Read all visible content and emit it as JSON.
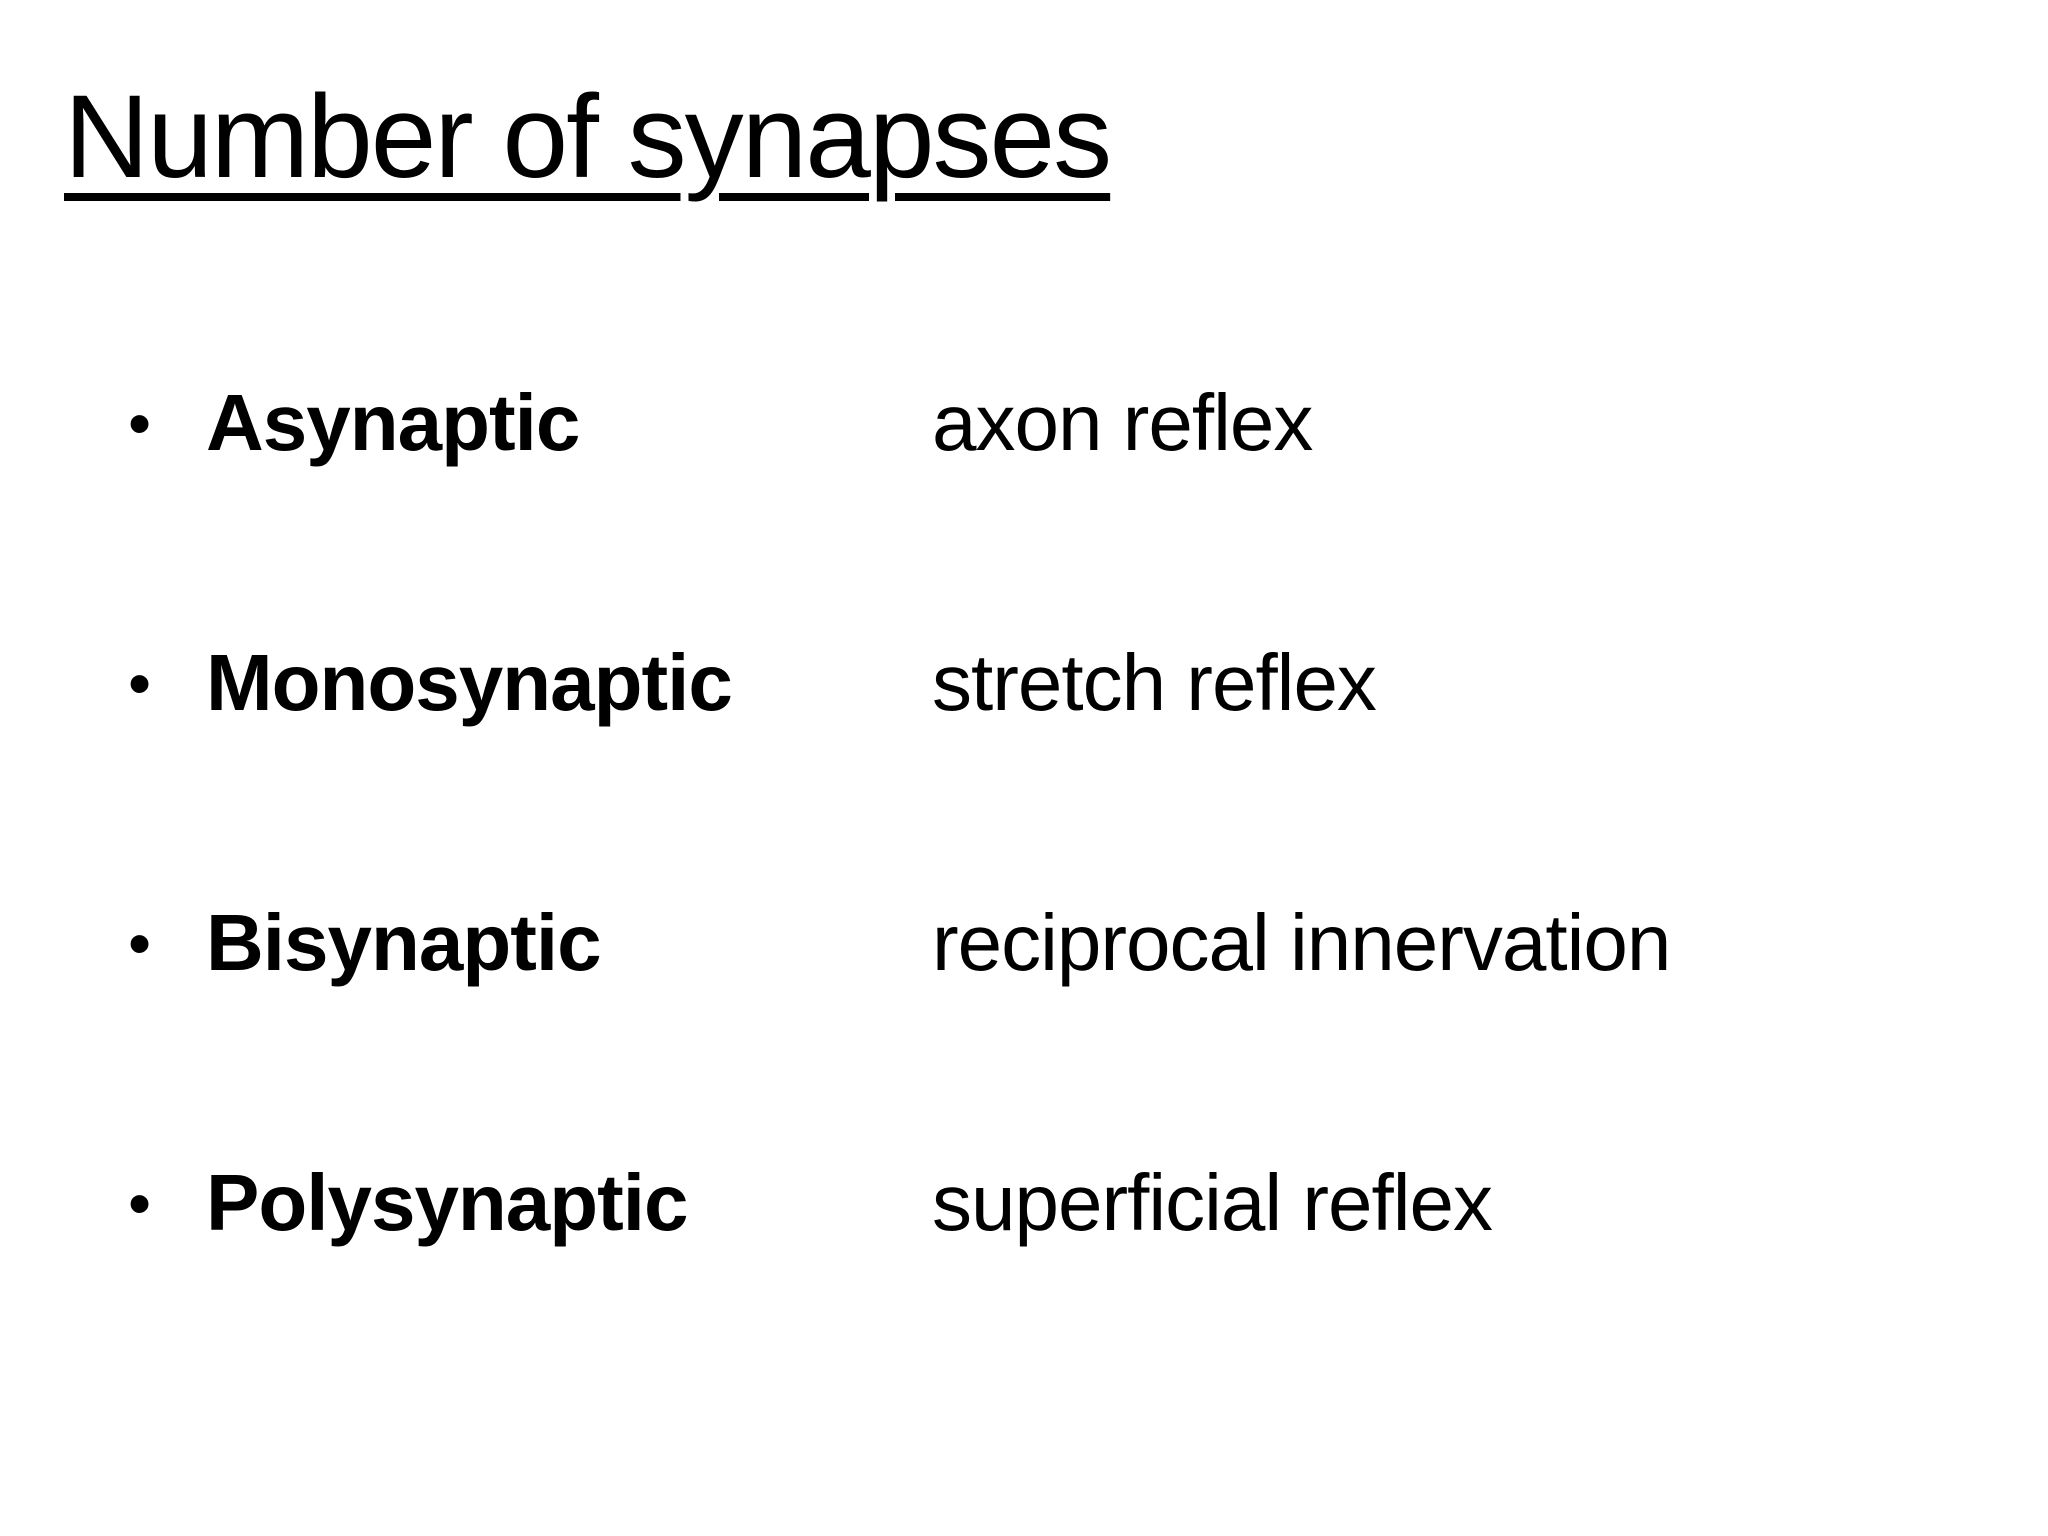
{
  "slide": {
    "title": "Number of synapses",
    "bullet_char": "•",
    "bullets": [
      {
        "term": "Asynaptic",
        "description": "axon reflex"
      },
      {
        "term": "Monosynaptic",
        "description": "stretch reflex"
      },
      {
        "term": "Bisynaptic",
        "description": "reciprocal innervation"
      },
      {
        "term": "Polysynaptic",
        "description": "superficial reflex"
      }
    ],
    "colors": {
      "background": "#ffffff",
      "text": "#000000"
    }
  }
}
